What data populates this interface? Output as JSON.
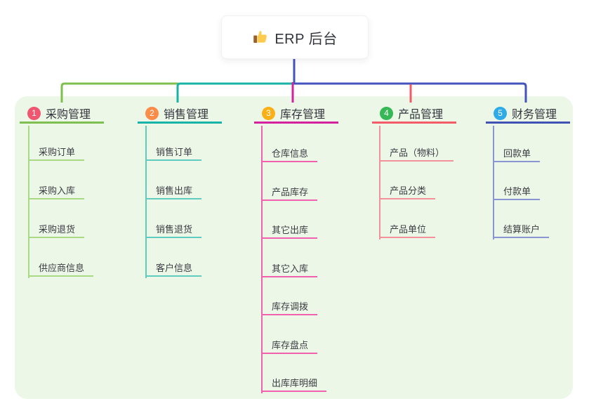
{
  "root": {
    "title": "ERP 后台",
    "icon": "thumbs-up-icon"
  },
  "canvas": {
    "background": "#FFFFFF",
    "panel_background": "#ECF7E8",
    "root_connector_color": "#4254BB"
  },
  "branches": [
    {
      "index": "1",
      "label": "采购管理",
      "badge_color": "#F0566F",
      "line_color": "#7FBF4F",
      "child_line_color": "#A9D982",
      "children": [
        "采购订单",
        "采购入库",
        "采购退货",
        "供应商信息"
      ]
    },
    {
      "index": "2",
      "label": "销售管理",
      "badge_color": "#FB8C49",
      "line_color": "#17B3A6",
      "child_line_color": "#5FCCC0",
      "children": [
        "销售订单",
        "销售出库",
        "销售退货",
        "客户信息"
      ]
    },
    {
      "index": "3",
      "label": "库存管理",
      "badge_color": "#FCB017",
      "line_color": "#D4219E",
      "child_line_color": "#F161AE",
      "children": [
        "仓库信息",
        "产品库存",
        "其它出库",
        "其它入库",
        "库存调拨",
        "库存盘点",
        "出库库明细"
      ]
    },
    {
      "index": "4",
      "label": "产品管理",
      "badge_color": "#36B857",
      "line_color": "#F25B67",
      "child_line_color": "#F5919A",
      "children": [
        "产品（物料）",
        "产品分类",
        "产品单位"
      ]
    },
    {
      "index": "5",
      "label": "财务管理",
      "badge_color": "#2FACE8",
      "line_color": "#4053B4",
      "child_line_color": "#8A96D4",
      "children": [
        "回款单",
        "付款单",
        "结算账户"
      ]
    }
  ]
}
